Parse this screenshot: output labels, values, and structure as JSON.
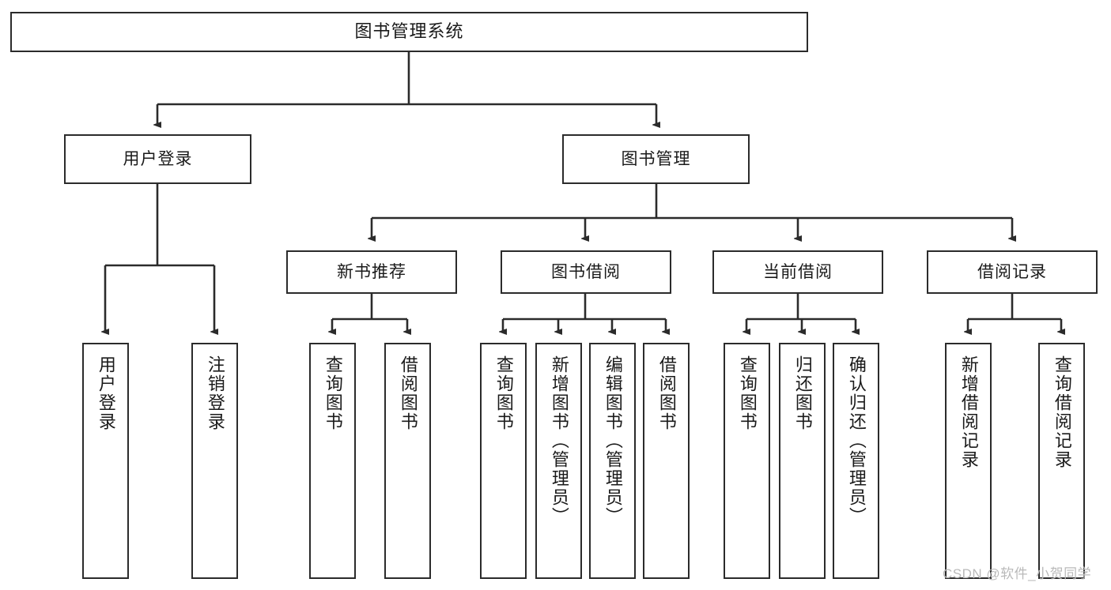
{
  "diagram": {
    "title": "图书管理系统",
    "type": "hierarchy-tree",
    "levels": 4,
    "colors": {
      "box_border": "#2b2b2b",
      "box_fill": "#ffffff",
      "connector": "#2b2b2b",
      "watermark": "#b9b9b9",
      "background": "#ffffff"
    },
    "root": {
      "label": "图书管理系统"
    },
    "level1": [
      {
        "label": "用户登录"
      },
      {
        "label": "图书管理"
      }
    ],
    "level2": [
      {
        "label": "新书推荐"
      },
      {
        "label": "图书借阅"
      },
      {
        "label": "当前借阅"
      },
      {
        "label": "借阅记录"
      }
    ],
    "leaves": {
      "user_login": [
        {
          "label": "用户登录"
        },
        {
          "label": "注销登录"
        }
      ],
      "new_book_recommend": [
        {
          "label": "查询图书"
        },
        {
          "label": "借阅图书"
        }
      ],
      "book_borrow": [
        {
          "label": "查询图书"
        },
        {
          "label": "新增图书（管理员）"
        },
        {
          "label": "编辑图书（管理员）"
        },
        {
          "label": "借阅图书"
        }
      ],
      "current_borrow": [
        {
          "label": "查询图书"
        },
        {
          "label": "归还图书"
        },
        {
          "label": "确认归还（管理员）"
        }
      ],
      "borrow_record": [
        {
          "label": "新增借阅记录"
        },
        {
          "label": "查询借阅记录"
        }
      ]
    }
  },
  "watermark": {
    "text": "CSDN @软件_小贺同学"
  }
}
